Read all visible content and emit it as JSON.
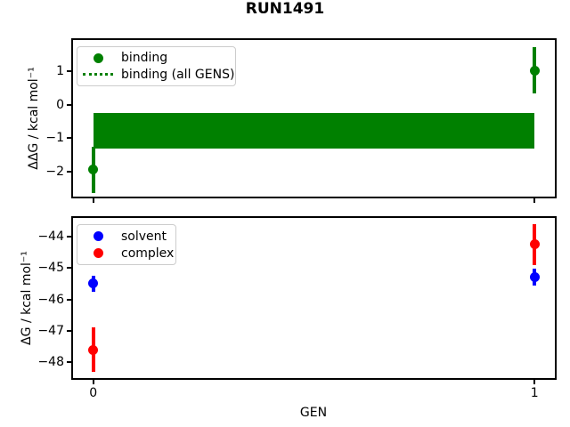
{
  "title": "RUN1491",
  "colors": {
    "binding_green": "#008000",
    "solvent_blue": "#0000ff",
    "complex_red": "#ff0000",
    "legend_border": "#cccccc",
    "axes_black": "#000000"
  },
  "chart_data": [
    {
      "type": "scatter",
      "subplot": "top",
      "ylabel": "ΔΔG / kcal mol⁻¹",
      "xlabel": "",
      "xlim": [
        -0.05,
        1.05
      ],
      "ylim": [
        -2.81,
        1.99
      ],
      "grid": false,
      "xticks": [
        {
          "v": 0,
          "label": ""
        },
        {
          "v": 1,
          "label": ""
        }
      ],
      "yticks": [
        {
          "v": 1,
          "label": "1"
        },
        {
          "v": 0,
          "label": "0"
        },
        {
          "v": -1,
          "label": "−1"
        },
        {
          "v": -2,
          "label": "−2"
        }
      ],
      "series": [
        {
          "name": "binding",
          "color": "#008000",
          "marker": "circle",
          "x": [
            0,
            1
          ],
          "y": [
            -1.95,
            1.03
          ],
          "yerr": [
            0.7,
            0.7
          ]
        }
      ],
      "band": {
        "label": "binding (all GENS)",
        "color": "#008000",
        "linestyle": "dotted",
        "x": [
          0,
          1
        ],
        "y_lo": -1.31,
        "y_hi": -0.25,
        "center": -0.78
      },
      "legend_position": "upper left",
      "legend": [
        {
          "label": "binding",
          "handle": "marker",
          "color": "#008000"
        },
        {
          "label": "binding (all GENS)",
          "handle": "dotted-line",
          "color": "#008000"
        }
      ]
    },
    {
      "type": "scatter",
      "subplot": "bottom",
      "ylabel": "ΔG / kcal mol⁻¹",
      "xlabel": "GEN",
      "xlim": [
        -0.05,
        1.05
      ],
      "ylim": [
        -48.56,
        -43.35
      ],
      "grid": false,
      "xticks": [
        {
          "v": 0,
          "label": "0"
        },
        {
          "v": 1,
          "label": "1"
        }
      ],
      "yticks": [
        {
          "v": -44,
          "label": "−44"
        },
        {
          "v": -45,
          "label": "−45"
        },
        {
          "v": -46,
          "label": "−46"
        },
        {
          "v": -47,
          "label": "−47"
        },
        {
          "v": -48,
          "label": "−48"
        }
      ],
      "series": [
        {
          "name": "solvent",
          "color": "#0000ff",
          "marker": "circle",
          "x": [
            0,
            1
          ],
          "y": [
            -45.5,
            -45.3
          ],
          "yerr": [
            0.26,
            0.27
          ]
        },
        {
          "name": "complex",
          "color": "#ff0000",
          "marker": "circle",
          "x": [
            0,
            1
          ],
          "y": [
            -47.6,
            -44.25
          ],
          "yerr": [
            0.71,
            0.65
          ]
        }
      ],
      "legend_position": "upper left",
      "legend": [
        {
          "label": "solvent",
          "handle": "marker",
          "color": "#0000ff"
        },
        {
          "label": "complex",
          "handle": "marker",
          "color": "#ff0000"
        }
      ]
    }
  ]
}
